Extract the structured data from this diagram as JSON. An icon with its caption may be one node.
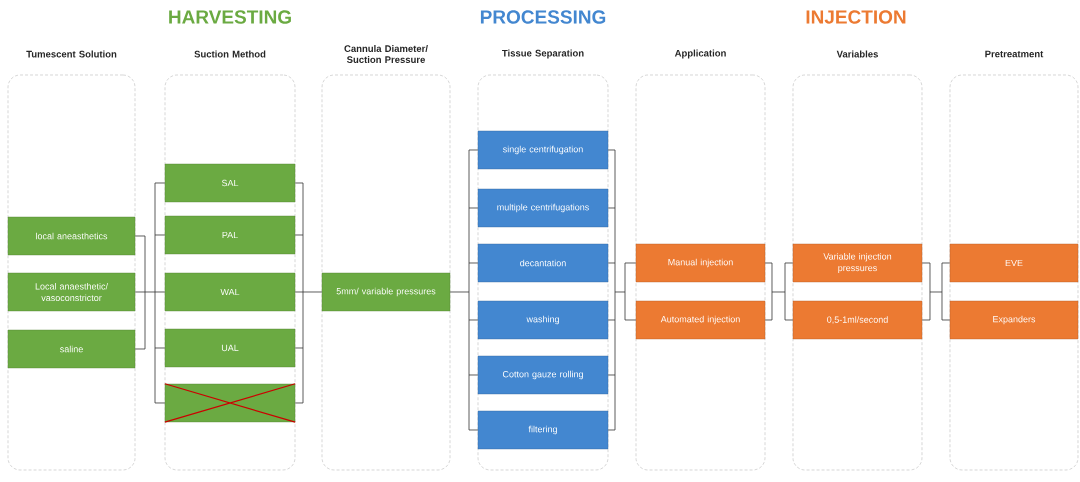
{
  "diagram": {
    "nodes": [
      {
        "text": [
          "Tumescent Solution"
        ]
      },
      {
        "text": [
          "local aneasthetics"
        ],
        "in": 0
      },
      {
        "text": [
          "Local anaesthetic/ vasoconstrictor"
        ],
        "in": 0
      },
      {
        "text": [
          "saline"
        ],
        "in": 0
      },
      {
        "text": [
          "Suction Method"
        ]
      },
      {
        "text": [
          "SAL"
        ],
        "in": 4
      },
      {
        "text": [
          "PAL"
        ],
        "in": 4
      },
      {
        "text": [
          "WAL"
        ],
        "in": 4
      },
      {
        "text": [
          "UAL"
        ],
        "in": 4
      },
      {
        "text": [],
        "shape": "box",
        "in": 4
      },
      {
        "text": [
          "Cannula Diameter/ Suction Pressure"
        ]
      },
      {
        "text": [
          "5mm/ variable pressures"
        ],
        "in": 10
      },
      {
        "text": [
          "Tissue Separation"
        ]
      },
      {
        "text": [
          "single centrifugation"
        ],
        "in": 12
      },
      {
        "text": [
          "multiple centrifugations"
        ],
        "in": 12
      },
      {
        "text": [
          "decantation"
        ],
        "in": 12
      },
      {
        "text": [
          "washing"
        ],
        "in": 12
      },
      {
        "text": [
          "Cotton gauze rolling"
        ],
        "in": 12
      },
      {
        "text": [
          "filtering"
        ],
        "in": 12
      },
      {
        "text": [
          "Application"
        ]
      },
      {
        "text": [
          "Manual injection"
        ],
        "in": 19
      },
      {
        "text": [
          "Automated injection"
        ],
        "in": 19
      },
      {
        "text": [
          "Variables"
        ]
      },
      {
        "text": [
          "Variable injection pressures"
        ],
        "in": 22
      },
      {
        "text": [
          "0,5-1ml/second"
        ],
        "in": 22
      },
      {
        "text": [
          "Pretreatment"
        ]
      },
      {
        "text": [
          "EVE"
        ],
        "in": 25
      },
      {
        "text": [
          "Expanders"
        ],
        "in": 25
      }
    ],
    "edges": [
      {
        "from": 1,
        "to": 5,
        "arrow": "none"
      },
      {
        "from": 1,
        "to": 6,
        "arrow": "none"
      },
      {
        "from": 1,
        "to": 7,
        "arrow": "none"
      },
      {
        "from": 1,
        "to": 8,
        "arrow": "none"
      },
      {
        "from": 1,
        "to": 9,
        "arrow": "none"
      },
      {
        "from": 2,
        "to": 5,
        "arrow": "none"
      },
      {
        "from": 2,
        "to": 6,
        "arrow": "none"
      },
      {
        "from": 2,
        "to": 7,
        "arrow": "none"
      },
      {
        "from": 2,
        "to": 8,
        "arrow": "none"
      },
      {
        "from": 2,
        "to": 9,
        "arrow": "none"
      },
      {
        "from": 3,
        "to": 5,
        "arrow": "none"
      },
      {
        "from": 3,
        "to": 6,
        "arrow": "none"
      },
      {
        "from": 3,
        "to": 7,
        "arrow": "none"
      },
      {
        "from": 3,
        "to": 8,
        "arrow": "none"
      },
      {
        "from": 3,
        "to": 9,
        "arrow": "none"
      },
      {
        "from": 5,
        "to": 11,
        "arrow": "none"
      },
      {
        "from": 6,
        "to": 11,
        "arrow": "none"
      },
      {
        "from": 7,
        "to": 11,
        "arrow": "none"
      },
      {
        "from": 8,
        "to": 11,
        "arrow": "none"
      },
      {
        "from": 9,
        "to": 11,
        "arrow": "none"
      },
      {
        "from": 11,
        "to": 13,
        "arrow": "none"
      },
      {
        "from": 11,
        "to": 14,
        "arrow": "none"
      },
      {
        "from": 11,
        "to": 15,
        "arrow": "none"
      },
      {
        "from": 11,
        "to": 16,
        "arrow": "none"
      },
      {
        "from": 11,
        "to": 17,
        "arrow": "none"
      },
      {
        "from": 11,
        "to": 18,
        "arrow": "none"
      },
      {
        "from": 13,
        "to": 20,
        "arrow": "none"
      },
      {
        "from": 13,
        "to": 21,
        "arrow": "none"
      },
      {
        "from": 14,
        "to": 20,
        "arrow": "none"
      },
      {
        "from": 14,
        "to": 21,
        "arrow": "none"
      },
      {
        "from": 15,
        "to": 20,
        "arrow": "none"
      },
      {
        "from": 15,
        "to": 21,
        "arrow": "none"
      },
      {
        "from": 16,
        "to": 20,
        "arrow": "none"
      },
      {
        "from": 16,
        "to": 21,
        "arrow": "none"
      },
      {
        "from": 17,
        "to": 20,
        "arrow": "none"
      },
      {
        "from": 17,
        "to": 21,
        "arrow": "none"
      },
      {
        "from": 18,
        "to": 20,
        "arrow": "none"
      },
      {
        "from": 18,
        "to": 21,
        "arrow": "none"
      },
      {
        "from": 20,
        "to": 23,
        "arrow": "none"
      },
      {
        "from": 20,
        "to": 24,
        "arrow": "none"
      },
      {
        "from": 21,
        "to": 23,
        "arrow": "none"
      },
      {
        "from": 21,
        "to": 24,
        "arrow": "none"
      },
      {
        "from": 23,
        "to": 26,
        "arrow": "none"
      },
      {
        "from": 23,
        "to": 27,
        "arrow": "none"
      },
      {
        "from": 24,
        "to": 26,
        "arrow": "none"
      },
      {
        "from": 24,
        "to": 27,
        "arrow": "none"
      }
    ],
    "labels": [
      "HARVESTING",
      "PROCESSING",
      "INJECTION"
    ]
  }
}
